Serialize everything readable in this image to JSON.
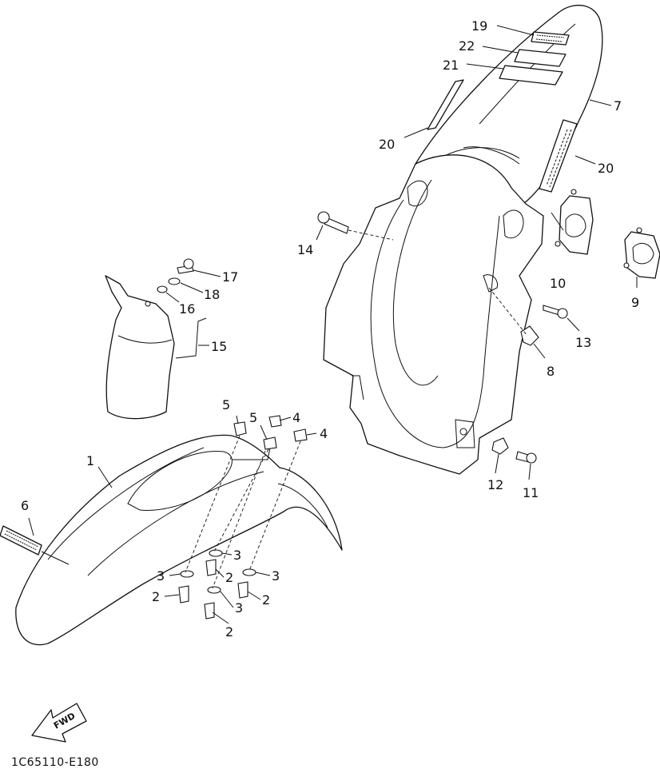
{
  "diagram": {
    "code": "1C65110-E180",
    "fwd_label": "FWD",
    "callouts": [
      "1",
      "2",
      "3",
      "4",
      "5",
      "6",
      "7",
      "8",
      "9",
      "10",
      "11",
      "12",
      "13",
      "14",
      "15",
      "16",
      "17",
      "18",
      "19",
      "20",
      "21",
      "22"
    ]
  }
}
